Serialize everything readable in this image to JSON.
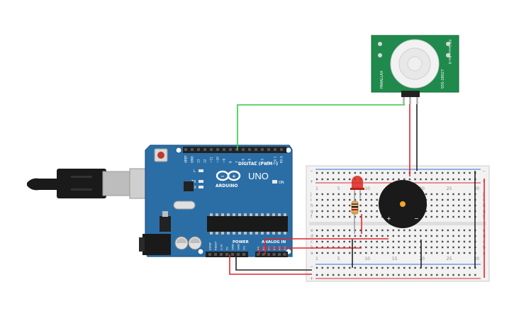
{
  "arduino": {
    "brand": "ARDUINO",
    "model": "UNO",
    "digital_header": "DIGITAL (PWM~)",
    "power_label": "POWER",
    "analog_label": "ANALOG IN",
    "on_label": "ON",
    "led_labels": [
      "L",
      "TX",
      "RX"
    ],
    "digital_pins": [
      "AREF",
      "GND",
      "13",
      "12",
      "~11",
      "~10",
      "~9",
      "8",
      "7",
      "~6",
      "~5",
      "4",
      "~3",
      "2",
      "TX 1",
      "RX 0"
    ],
    "power_pins": [
      "IOREF",
      "RESET",
      "3.3V",
      "5V",
      "GND",
      "GND",
      "Vin"
    ],
    "analog_pins": [
      "A0",
      "A1",
      "A2",
      "A3",
      "A4",
      "A5"
    ],
    "board_color": "#2b6ea6"
  },
  "pir_sensor": {
    "board_color": "#1f8a4c",
    "left_label": "PARALLAX",
    "right_label": "555-28027",
    "top_label": "PIR Sensor Rev B"
  },
  "breadboard": {
    "column_numbers": [
      "1",
      "5",
      "10",
      "15",
      "20",
      "25",
      "30"
    ],
    "row_letters_top": [
      "j",
      "i",
      "h",
      "g",
      "f"
    ],
    "row_letters_bottom": [
      "e",
      "d",
      "c",
      "b",
      "a"
    ]
  },
  "buzzer": {
    "plus": "+",
    "minus": "−"
  },
  "colors": {
    "wire_green": "#2ecc40",
    "wire_red": "#e0262b",
    "wire_black": "#222222",
    "usb_gray": "#cfcfcf",
    "led_red": "#d9281e"
  }
}
